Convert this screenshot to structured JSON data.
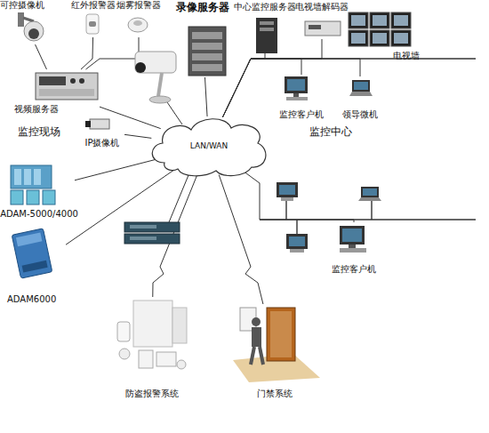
{
  "diagram": {
    "nodes": [
      {
        "text": [
          "可控摄像机"
        ]
      },
      {
        "text": [
          "红外报警器"
        ]
      },
      {
        "text": [
          "烟雾报警器"
        ]
      },
      {
        "text": [
          "录像服务器"
        ]
      },
      {
        "text": [
          "中心监控服务器"
        ]
      },
      {
        "text": [
          "电视墙解码器"
        ]
      },
      {
        "text": [
          "电视墙"
        ]
      },
      {
        "text": [
          "视频服务器"
        ]
      },
      {
        "text": [
          "监控客户机"
        ]
      },
      {
        "text": [
          "领导微机"
        ]
      },
      {
        "text": [
          "IP摄像机"
        ]
      },
      {
        "text": [
          "LAN/WAN"
        ]
      },
      {
        "text": [
          "ADAM-5000/4000"
        ]
      },
      {
        "text": [
          "监控客户机"
        ]
      },
      {
        "text": [
          "ADAM6000"
        ]
      },
      {
        "text": [
          "防盗报警系统"
        ]
      },
      {
        "text": [
          "门禁系统"
        ]
      }
    ],
    "edges": [
      {
        "from": 0,
        "to": 7,
        "arrow": "none"
      },
      {
        "from": 1,
        "to": 7,
        "arrow": "none"
      },
      {
        "from": 2,
        "to": 7,
        "arrow": "none"
      },
      {
        "from": 7,
        "to": 11,
        "arrow": "none"
      },
      {
        "from": 3,
        "to": 11,
        "arrow": "none"
      },
      {
        "from": 10,
        "to": 11,
        "arrow": "none"
      },
      {
        "from": 4,
        "to": 11,
        "arrow": "none"
      },
      {
        "from": 5,
        "to": 11,
        "arrow": "none"
      },
      {
        "from": 8,
        "to": 11,
        "arrow": "none"
      },
      {
        "from": 9,
        "to": 11,
        "arrow": "none"
      },
      {
        "from": 5,
        "to": 6,
        "arrow": "none"
      },
      {
        "from": 12,
        "to": 11,
        "arrow": "none"
      },
      {
        "from": 14,
        "to": 11,
        "arrow": "none"
      },
      {
        "from": 13,
        "to": 11,
        "arrow": "none"
      },
      {
        "from": 15,
        "to": 11,
        "arrow": "none"
      },
      {
        "from": 16,
        "to": 11,
        "arrow": "none"
      }
    ],
    "labels": [
      "监控现场",
      "监控中心"
    ]
  }
}
